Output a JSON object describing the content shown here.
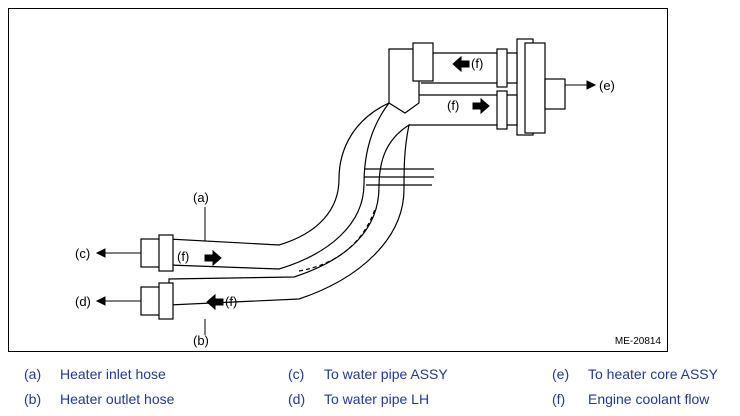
{
  "figure": {
    "id": "ME-20814",
    "callouts": {
      "a": "(a)",
      "b": "(b)",
      "c": "(c)",
      "d": "(d)",
      "e": "(e)",
      "f": "(f)"
    }
  },
  "legend": [
    {
      "key": "(a)",
      "text": "Heater inlet hose"
    },
    {
      "key": "(b)",
      "text": "Heater outlet hose"
    },
    {
      "key": "(c)",
      "text": "To water pipe ASSY"
    },
    {
      "key": "(d)",
      "text": "To water pipe LH"
    },
    {
      "key": "(e)",
      "text": "To heater core ASSY"
    },
    {
      "key": "(f)",
      "text": "Engine coolant flow"
    }
  ],
  "colors": {
    "legend_text": "#1f3a93",
    "line": "#000000"
  }
}
